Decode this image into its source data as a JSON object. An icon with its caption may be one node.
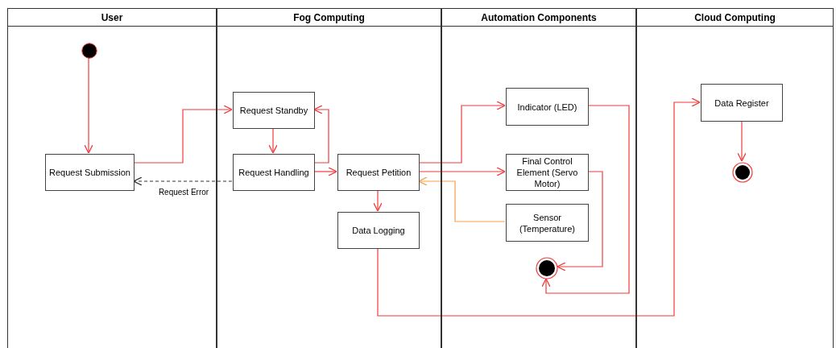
{
  "diagram": {
    "nodes": [
      {
        "text": [
          "User"
        ]
      },
      {
        "text": [
          "Fog Computing"
        ]
      },
      {
        "text": [
          "Automation Components"
        ]
      },
      {
        "text": [
          "Cloud Computing"
        ]
      },
      {
        "text": [],
        "shape": "circle",
        "in": 0
      },
      {
        "text": [
          "Request Submission"
        ],
        "in": 0
      },
      {
        "text": [
          "Request Standby"
        ],
        "in": 1
      },
      {
        "text": [
          "Request Handling"
        ],
        "in": 1
      },
      {
        "text": [
          "Request Petition"
        ],
        "in": 1
      },
      {
        "text": [
          "Data Logging"
        ],
        "in": 1
      },
      {
        "text": [
          "Indicator (LED)"
        ],
        "in": 2
      },
      {
        "text": [
          "Final Control Element (Servo Motor)"
        ],
        "in": 2
      },
      {
        "text": [
          "Sensor (Temperature)"
        ],
        "in": 2
      },
      {
        "text": [],
        "shape": "circle",
        "in": 2
      },
      {
        "text": [
          "Data Register"
        ],
        "in": 3
      },
      {
        "text": [],
        "shape": "circle",
        "in": 3
      }
    ],
    "edges": [
      {
        "from": 4,
        "to": 5,
        "arrow": "to"
      },
      {
        "from": 5,
        "to": 6,
        "arrow": "to"
      },
      {
        "from": 6,
        "to": 7,
        "arrow": "to"
      },
      {
        "from": 7,
        "to": 6,
        "arrow": "to"
      },
      {
        "from": 7,
        "to": 5,
        "arrow": "to",
        "label": "Request Error",
        "style": "dashed",
        "color": "#333333"
      },
      {
        "from": 7,
        "to": 8,
        "arrow": "to"
      },
      {
        "from": 8,
        "to": 10,
        "arrow": "to"
      },
      {
        "from": 8,
        "to": 11,
        "arrow": "to"
      },
      {
        "from": 12,
        "to": 8,
        "arrow": "to",
        "color": "#f5a04a"
      },
      {
        "from": 8,
        "to": 9,
        "arrow": "to"
      },
      {
        "from": 11,
        "to": 13,
        "arrow": "to"
      },
      {
        "from": 10,
        "to": 13,
        "arrow": "to"
      },
      {
        "from": 9,
        "to": 14,
        "arrow": "to"
      },
      {
        "from": 14,
        "to": 15,
        "arrow": "to"
      }
    ]
  }
}
